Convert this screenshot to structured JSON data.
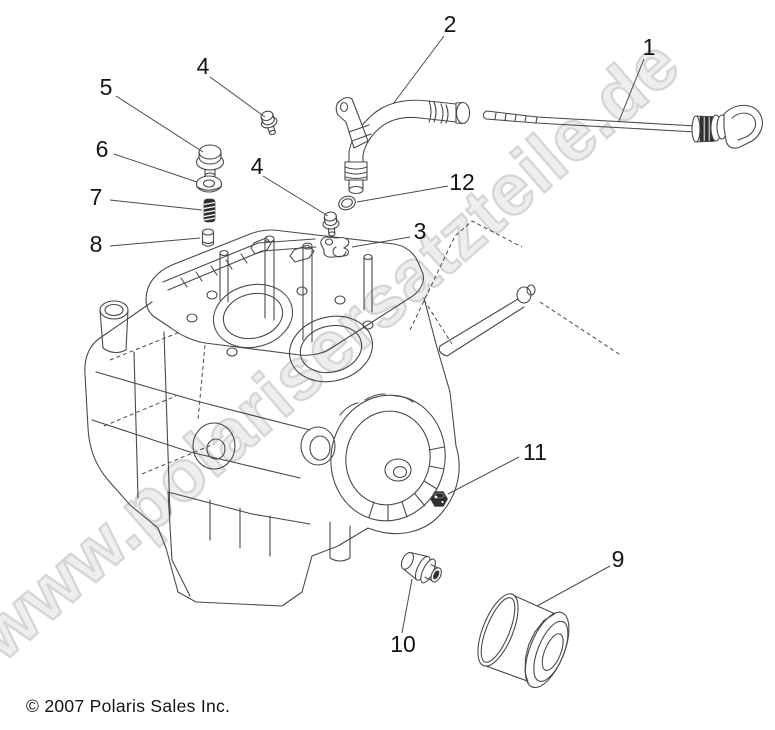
{
  "colors": {
    "line-color": "#4a4a4a",
    "text-color": "#141414",
    "dark-fill": "#2e2e2e",
    "watermark-fill": "#eeeeee",
    "watermark-stroke": "#d4d4d4",
    "background": "#ffffff"
  },
  "watermark": {
    "text": "www.polarisersatzteile.de"
  },
  "footer": {
    "copyright": "© 2007 Polaris Sales Inc."
  },
  "callouts": [
    {
      "label": "1"
    },
    {
      "label": "2"
    },
    {
      "label": "4"
    },
    {
      "label": "5"
    },
    {
      "label": "6"
    },
    {
      "label": "7"
    },
    {
      "label": "8"
    },
    {
      "label": "4"
    },
    {
      "label": "12"
    },
    {
      "label": "3"
    },
    {
      "label": "11"
    },
    {
      "label": "9"
    },
    {
      "label": "10"
    }
  ]
}
